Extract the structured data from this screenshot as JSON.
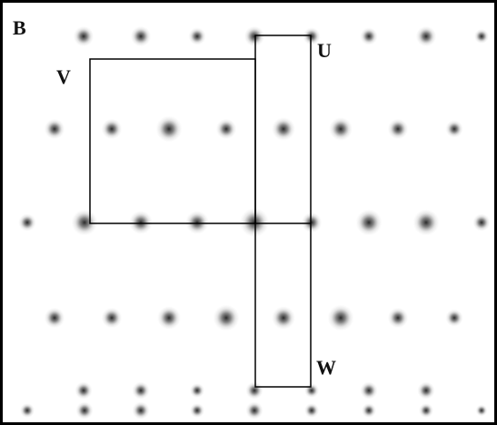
{
  "panel_label": "B",
  "labels": {
    "u": "U",
    "v": "V",
    "w": "W"
  },
  "colors": {
    "background": "#ffffff",
    "frame": "#000000",
    "spot": "#1e1e1e",
    "box_line": "#000000"
  }
}
